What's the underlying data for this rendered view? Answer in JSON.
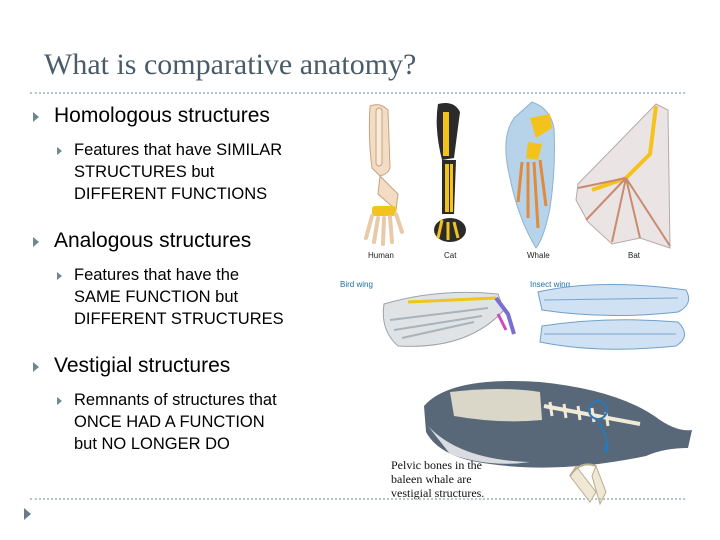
{
  "slide": {
    "title": "What is comparative anatomy?",
    "bullets": [
      {
        "heading": "Homologous structures",
        "sub": [
          "Features that have SIMILAR",
          "STRUCTURES but",
          "DIFFERENT FUNCTIONS"
        ]
      },
      {
        "heading": "Analogous structures",
        "sub": [
          "Features that have the",
          "SAME FUNCTION but",
          "DIFFERENT STRUCTURES"
        ]
      },
      {
        "heading": "Vestigial structures",
        "sub": [
          "Remnants of structures that",
          "ONCE HAD A FUNCTION",
          "but NO LONGER DO"
        ]
      }
    ],
    "images": {
      "homologous_captions": [
        "Human",
        "Cat",
        "Whale",
        "Bat"
      ],
      "analogous_captions": [
        "Bird wing",
        "Insect wing"
      ],
      "whale_caption": [
        "Pelvic bones in the",
        "baleen whale are",
        "vestigial structures."
      ]
    },
    "colors": {
      "title": "#4a5c6a",
      "bullet": "#6e8794",
      "bone_highlight": "#f3c21d",
      "rule": "#b8c4cc"
    },
    "nav_icon": "play-triangle-icon"
  }
}
